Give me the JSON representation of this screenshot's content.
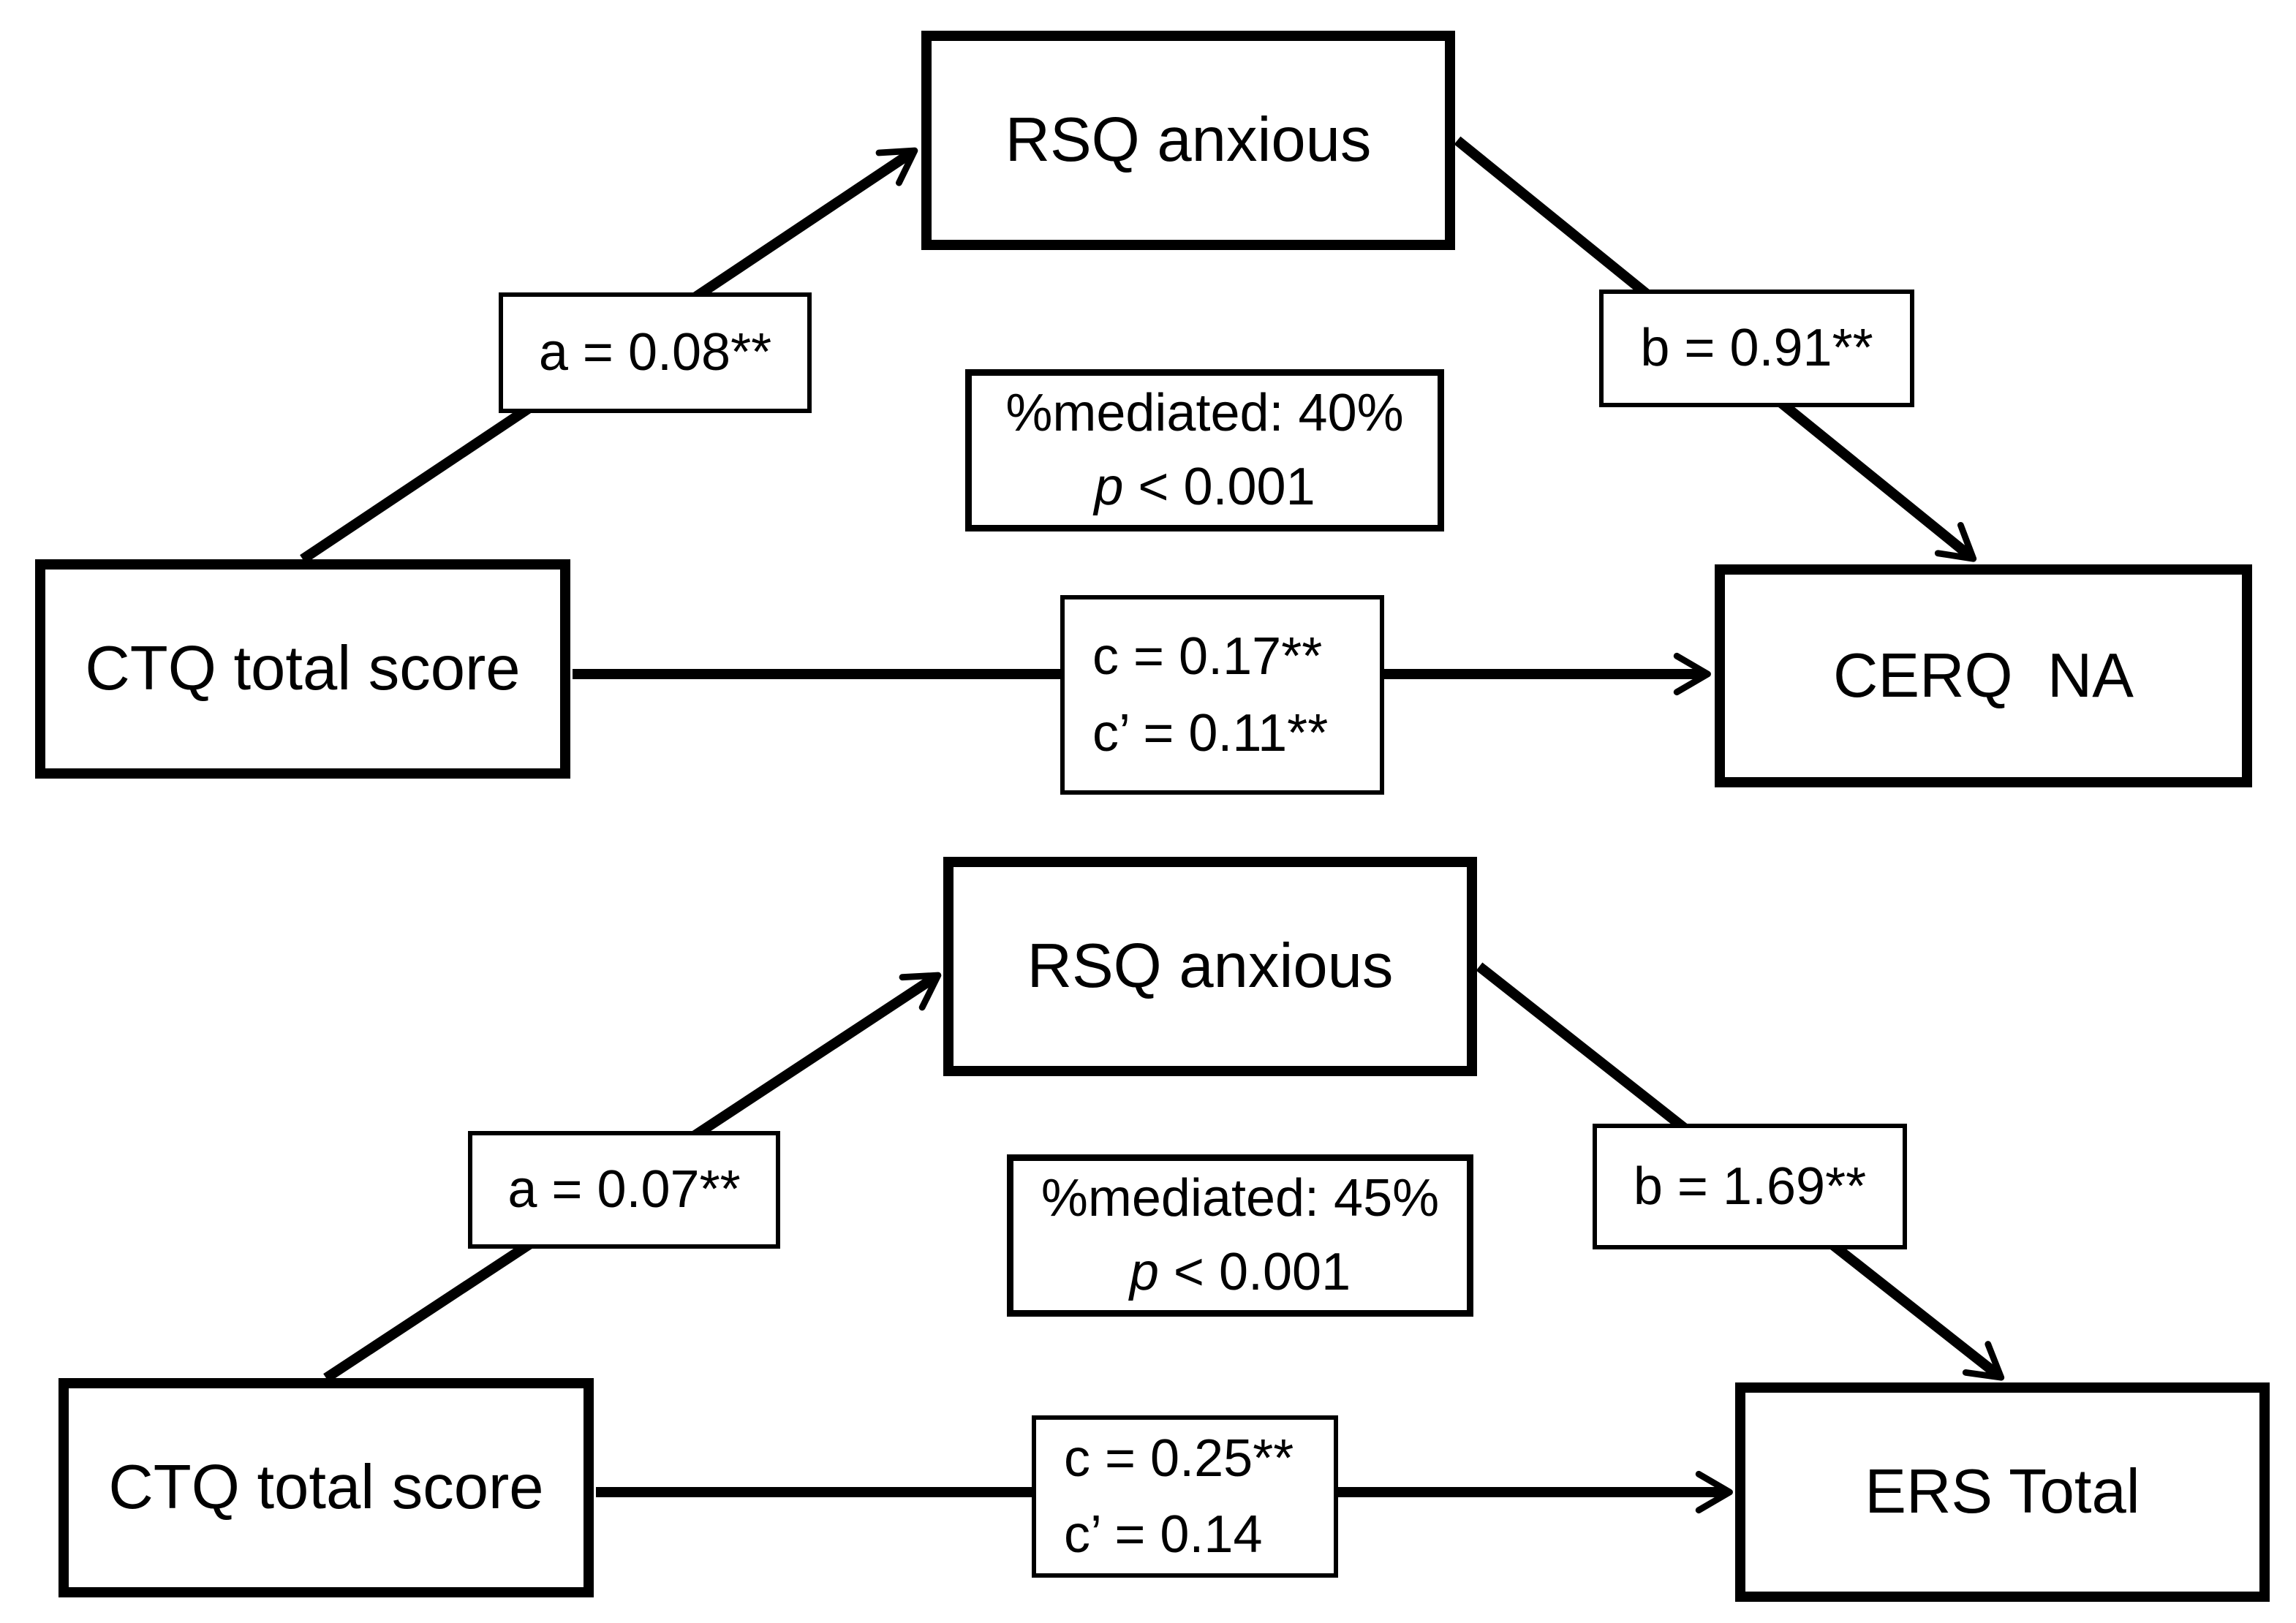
{
  "figure": {
    "description_visible_text_only": true,
    "colors": {
      "stroke": "#000000",
      "background": "#ffffff"
    }
  },
  "models": [
    {
      "predictor": "CTQ total score",
      "mediator": "RSQ anxious",
      "outcome": "CERQ  NA",
      "path_a_label": "a = 0.08**",
      "path_b_label": "b = 0.91**",
      "path_c_label": "c = 0.17**",
      "path_c_prime_label": "c’ = 0.11**",
      "mediated_label": "%mediated: 40%",
      "p_symbol": "p",
      "p_rest": " < 0.001"
    },
    {
      "predictor": "CTQ total score",
      "mediator": "RSQ anxious",
      "outcome": "ERS Total",
      "path_a_label": "a = 0.07**",
      "path_b_label": "b = 1.69**",
      "path_c_label": "c = 0.25**",
      "path_c_prime_label": "c’ = 0.14",
      "mediated_label": "%mediated: 45%",
      "p_symbol": "p",
      "p_rest": " < 0.001"
    }
  ]
}
